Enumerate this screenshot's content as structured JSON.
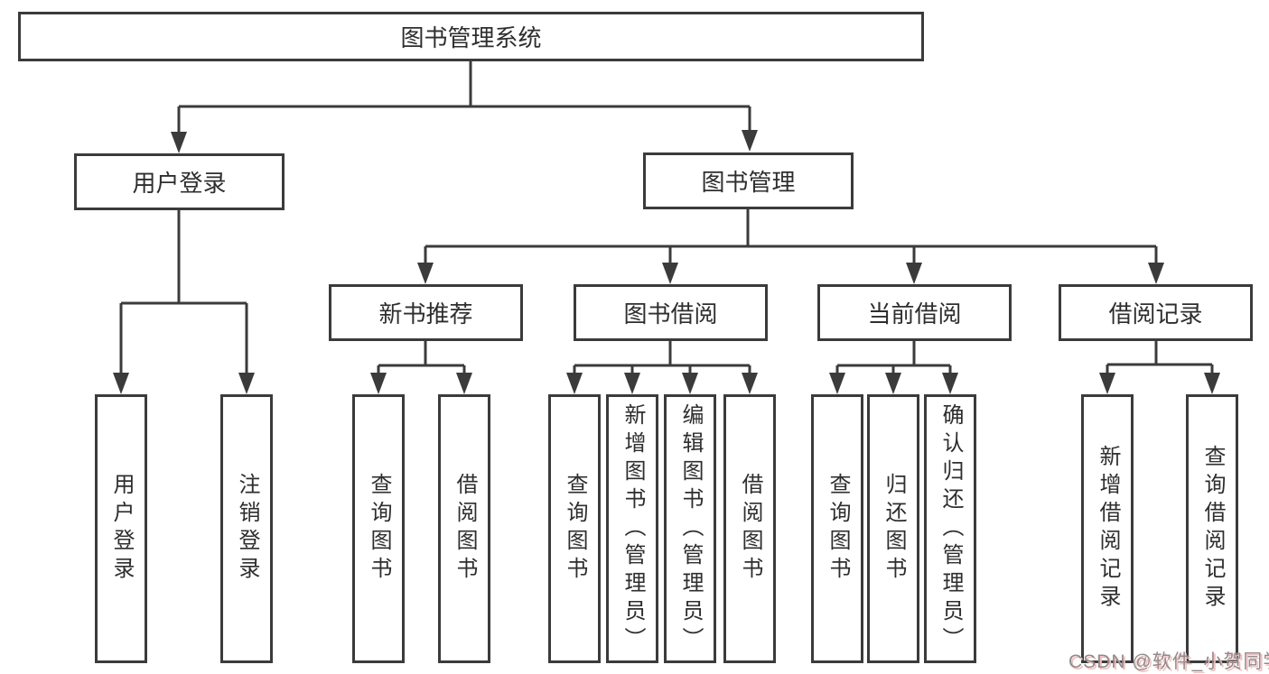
{
  "tree": {
    "label": "图书管理系统",
    "children": [
      {
        "label": "用户登录",
        "children": [
          {
            "label": "用户登录"
          },
          {
            "label": "注销登录"
          }
        ]
      },
      {
        "label": "图书管理",
        "children": [
          {
            "label": "新书推荐",
            "children": [
              {
                "label": "查询图书"
              },
              {
                "label": "借阅图书"
              }
            ]
          },
          {
            "label": "图书借阅",
            "children": [
              {
                "label": "查询图书"
              },
              {
                "label": "新增图书（管理员）"
              },
              {
                "label": "编辑图书（管理员）"
              },
              {
                "label": "借阅图书"
              }
            ]
          },
          {
            "label": "当前借阅",
            "children": [
              {
                "label": "查询图书"
              },
              {
                "label": "归还图书"
              },
              {
                "label": "确认归还（管理员）"
              }
            ]
          },
          {
            "label": "借阅记录",
            "children": [
              {
                "label": "新增借阅记录"
              },
              {
                "label": "查询借阅记录"
              }
            ]
          }
        ]
      }
    ]
  },
  "watermark": {
    "text": "CSDN @软件_小贺同学"
  },
  "colors": {
    "line": "#3b3b3b",
    "box_border": "#3b3b3b",
    "box_fill": "#ffffff",
    "text": "#2e2e2e",
    "background": "#ffffff",
    "watermark_text": "#8d8d8d",
    "watermark_shadow": "#f6bdbd"
  }
}
